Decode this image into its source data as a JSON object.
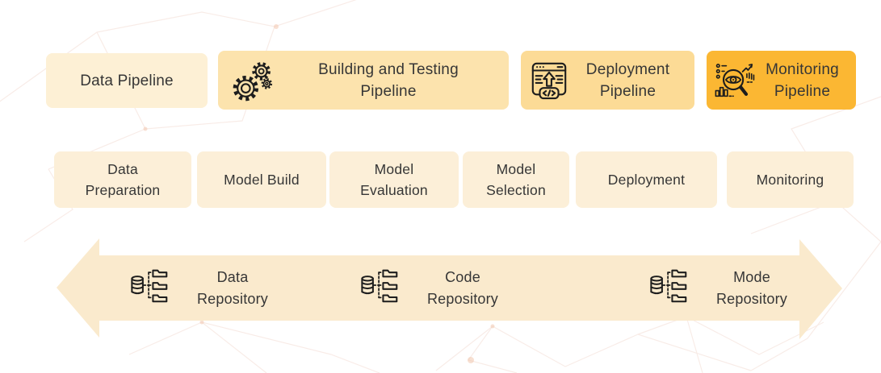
{
  "colors": {
    "box_light_cream": "#fdf0d5",
    "box_amber": "#fce3ad",
    "box_amber_deep": "#fcdb96",
    "box_orange": "#fbb733",
    "box_stage_cream": "#fcefd8",
    "arrow_cream": "#faeacd",
    "text": "#363636",
    "icon_stroke": "#1d1d1d"
  },
  "top_row": [
    {
      "id": "data-pipeline",
      "line1": "Data Pipeline"
    },
    {
      "id": "building-testing-pipeline",
      "icon": "gears-icon",
      "line1": "Building and Testing",
      "line2": "Pipeline"
    },
    {
      "id": "deployment-pipeline",
      "icon": "deployment-window-icon",
      "line1": "Deployment",
      "line2": "Pipeline"
    },
    {
      "id": "monitoring-pipeline",
      "icon": "monitoring-magnifier-icon",
      "line1": "Monitoring",
      "line2": "Pipeline"
    }
  ],
  "middle_row": [
    {
      "id": "data-preparation",
      "line1": "Data",
      "line2": "Preparation"
    },
    {
      "id": "model-build",
      "line1": "Model Build"
    },
    {
      "id": "model-evaluation",
      "line1": "Model",
      "line2": "Evaluation"
    },
    {
      "id": "model-selection",
      "line1": "Model",
      "line2": "Selection"
    },
    {
      "id": "deployment",
      "line1": "Deployment"
    },
    {
      "id": "monitoring",
      "line1": "Monitoring"
    }
  ],
  "repository_arrow": {
    "shape": "double-headed-horizontal-arrow",
    "items": [
      {
        "id": "data-repository",
        "icon": "database-folders-icon",
        "line1": "Data",
        "line2": "Repository"
      },
      {
        "id": "code-repository",
        "icon": "database-folders-icon",
        "line1": "Code",
        "line2": "Repository"
      },
      {
        "id": "mode-repository",
        "icon": "database-folders-icon",
        "line1": "Mode",
        "line2": "Repository"
      }
    ]
  }
}
